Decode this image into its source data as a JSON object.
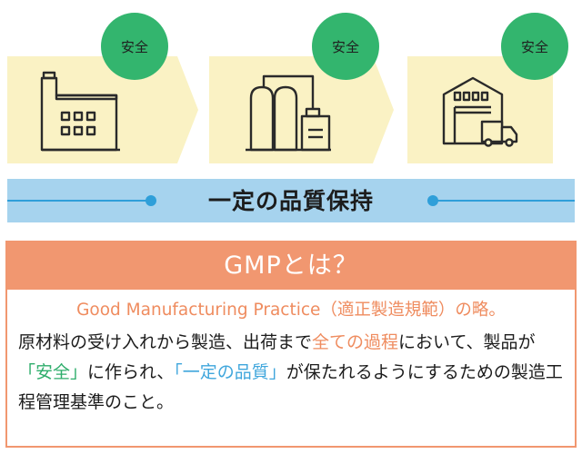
{
  "process": {
    "steps": [
      {
        "badge": "安全",
        "icon": "factory-icon"
      },
      {
        "badge": "安全",
        "icon": "chemical-tanks-icon"
      },
      {
        "badge": "安全",
        "icon": "warehouse-truck-icon"
      }
    ],
    "band_label": "一定の品質保持"
  },
  "gmp": {
    "title": "GMPとは？",
    "subtitle": "Good Manufacturing Practice（適正製造規範）の略。",
    "body": {
      "part1": "原材料の受け入れから製造、出荷まで",
      "hl1": "全ての過程",
      "part2": "において、製品が",
      "hl2": "「安全」",
      "part3": "に作られ、",
      "hl3": "「一定の品質」",
      "part4": "が保たれるようにするための製造工程管理基準のこと。"
    }
  },
  "colors": {
    "arrow_fill": "#faf2c4",
    "badge_green": "#33b56e",
    "band_blue": "#a6d3ee",
    "line_blue": "#2f9fd9",
    "gmp_orange": "#f19770"
  }
}
